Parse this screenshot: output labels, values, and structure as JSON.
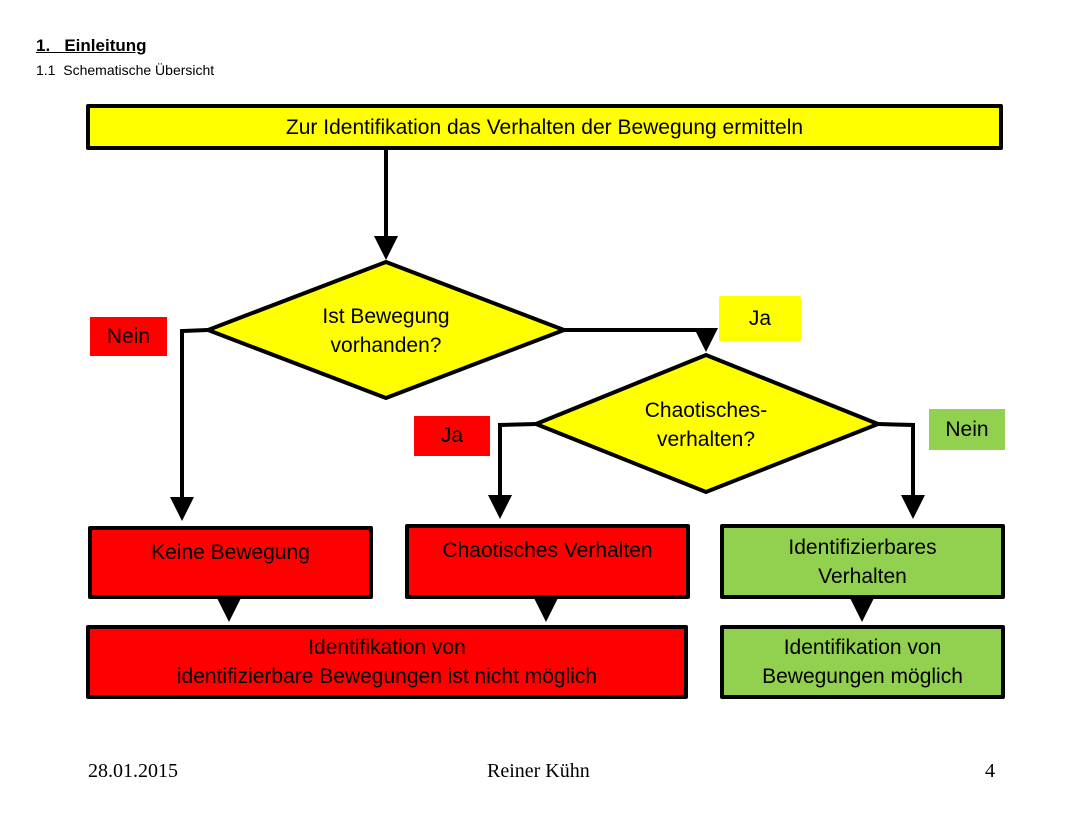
{
  "header": {
    "section_title": "1.   Einleitung",
    "subsection_title": "1.1  Schematische Übersicht"
  },
  "flowchart": {
    "start": "Zur Identifikation das Verhalten der Bewegung ermitteln",
    "decision1": {
      "line1": "Ist Bewegung",
      "line2": "vorhanden?"
    },
    "decision1_no_label": "Nein",
    "decision1_yes_label": "Ja",
    "decision2": {
      "line1": "Chaotisches-",
      "line2": "verhalten?"
    },
    "decision2_yes_label": "Ja",
    "decision2_no_label": "Nein",
    "box_no_motion": "Keine Bewegung",
    "box_chaotic": "Chaotisches Verhalten",
    "box_identifiable": {
      "line1": "Identifizierbares",
      "line2": "Verhalten"
    },
    "result_not_possible": {
      "line1": "Identifikation von",
      "line2": "identifizierbare Bewegungen ist nicht möglich"
    },
    "result_possible": {
      "line1": "Identifikation von",
      "line2": "Bewegungen möglich"
    }
  },
  "colors": {
    "yellow": "#ffff00",
    "red": "#ff0000",
    "green": "#92d050"
  },
  "footer": {
    "date": "28.01.2015",
    "author": "Reiner Kühn",
    "page": "4"
  }
}
